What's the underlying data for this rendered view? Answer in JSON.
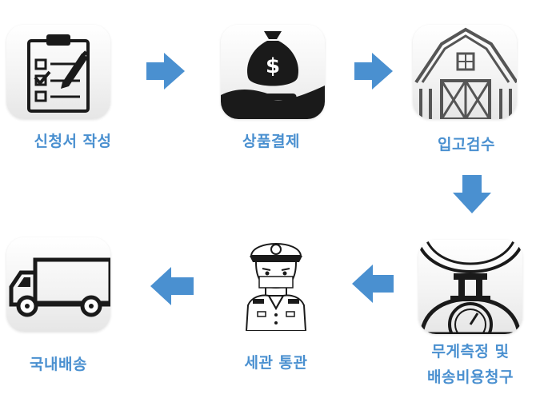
{
  "colors": {
    "accent": "#4a90d0",
    "icon": "#1a1a1a"
  },
  "steps": [
    {
      "label": "신청서 작성",
      "icon": "clipboard-checklist-icon"
    },
    {
      "label": "상품결제",
      "icon": "money-bag-hand-icon"
    },
    {
      "label": "입고검수",
      "icon": "warehouse-barn-icon"
    },
    {
      "label_line1": "무게측정 및",
      "label_line2": "배송비용청구",
      "icon": "weight-scale-icon"
    },
    {
      "label": "세관 통관",
      "icon": "customs-officer-icon"
    },
    {
      "label": "국내배송",
      "icon": "delivery-truck-icon"
    }
  ]
}
